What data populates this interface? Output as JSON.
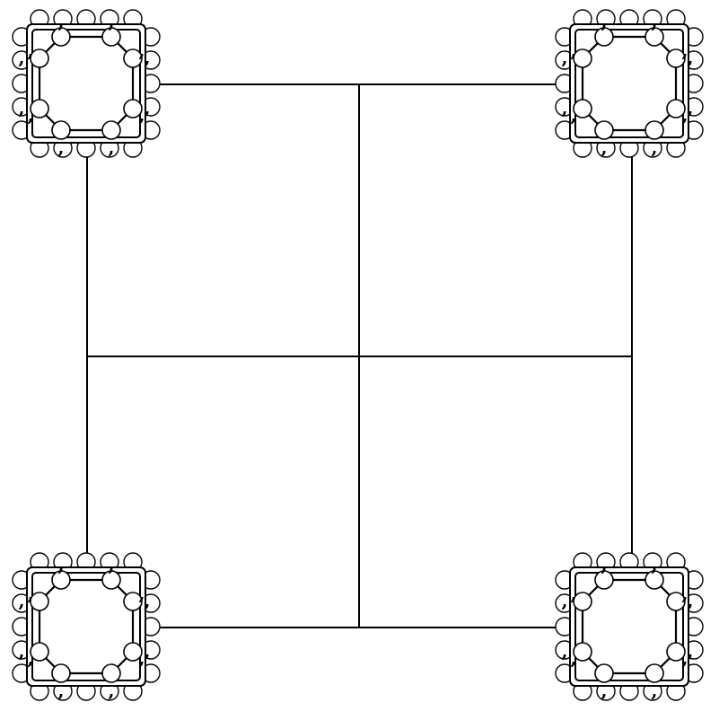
{
  "diagram": {
    "node_fill": "#ffffff",
    "stroke_color": "#000000",
    "background": "#ffffff",
    "corner_clusters": [
      "top-left",
      "top-right",
      "bottom-left",
      "bottom-right"
    ],
    "node_marker": ","
  }
}
